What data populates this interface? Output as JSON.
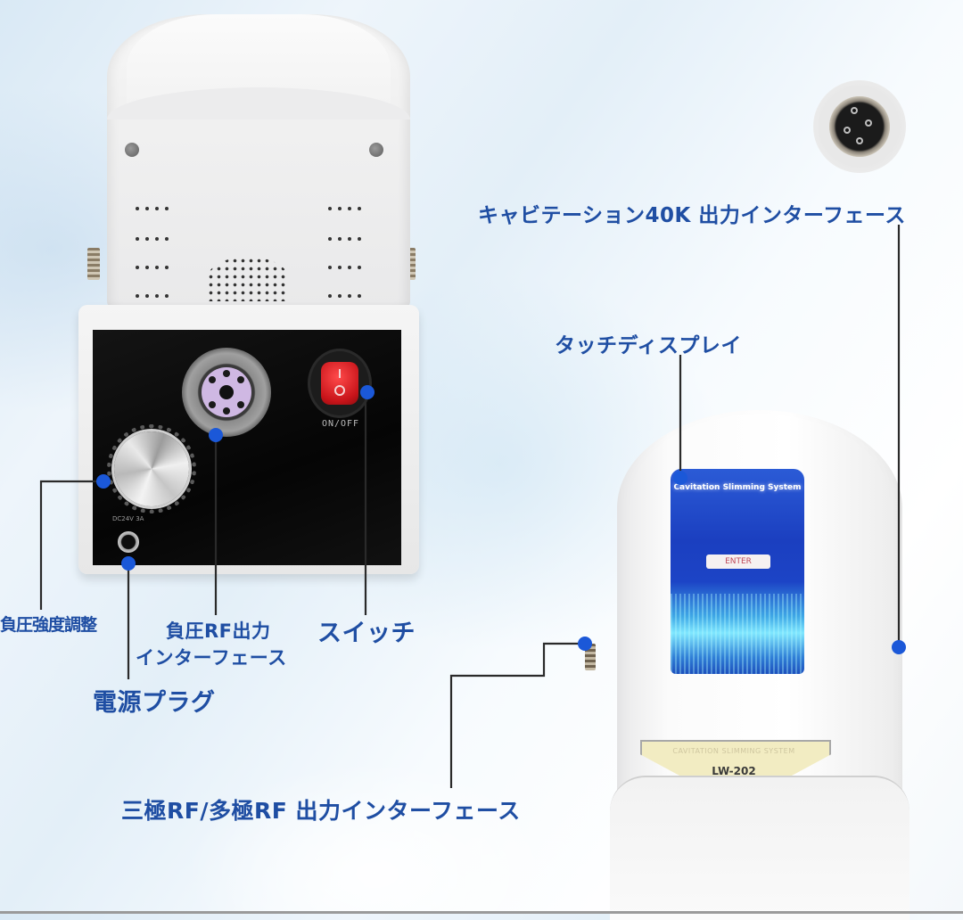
{
  "labels": {
    "cavitation_port": "キャビテーション40K 出力インターフェース",
    "touch_display": "タッチディスプレイ",
    "pressure_adjust": "負圧強度調整",
    "rf_port_line1": "負圧RF出力",
    "rf_port_line2": "インターフェース",
    "switch": "スイッチ",
    "power_plug": "電源プラグ",
    "tri_multi_rf_port": "三極RF/多極RF 出力インターフェース"
  },
  "rear_panel": {
    "switch_text": "ON/OFF",
    "power_rating": "DC24V 3A"
  },
  "front_device": {
    "screen_title": "Cavitation Slimming System",
    "screen_button": "ENTER",
    "badge_line1": "CAVITATION SLIMMING SYSTEM",
    "badge_model": "LW-202"
  },
  "colors": {
    "label_text": "#1f4ea3",
    "callout_dot": "#1b58d8",
    "leader_line": "#2a2a2a"
  }
}
